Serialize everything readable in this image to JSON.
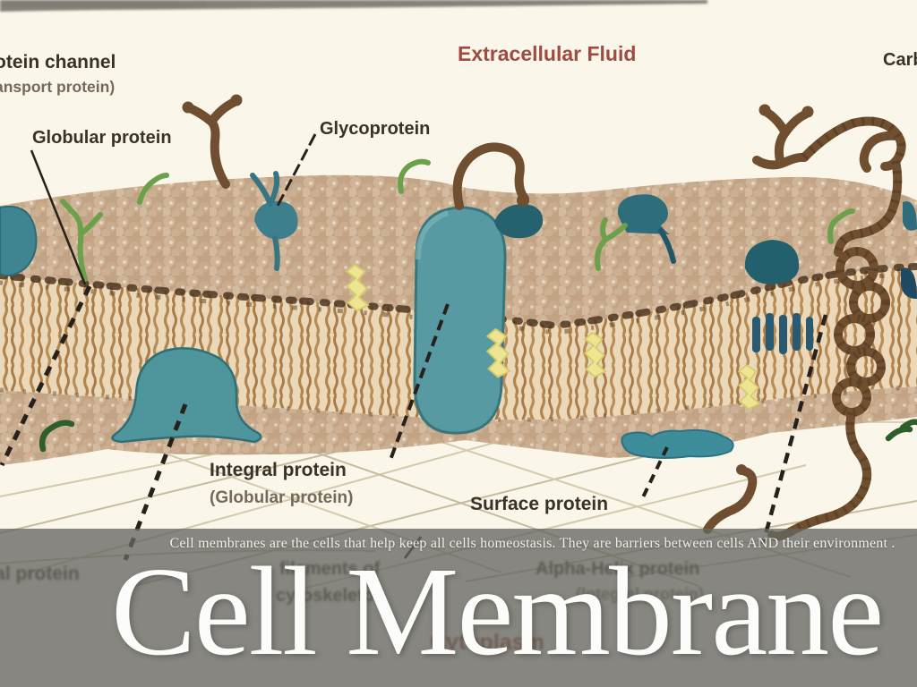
{
  "slide": {
    "title": "Cell Membrane",
    "caption": "Cell membranes are the cells that help keep all cells homeostasis. They are barriers between cells AND their environment ."
  },
  "diagram": {
    "region_labels": {
      "extracellular_fluid": "Extracellular Fluid",
      "cytoplasm": "Cytoplasm",
      "carbohydrate_partial": "Carb"
    },
    "labels": {
      "protein_channel_line1": "otein channel",
      "protein_channel_line2": "ansport protein)",
      "globular_protein": "Globular protein",
      "glycoprotein": "Glycoprotein",
      "integral_protein": "Integral protein",
      "integral_protein_sub": "(Globular protein)",
      "surface_protein": "Surface protein",
      "peripheral_protein_partial": "ral protein",
      "filaments_line1": "filaments of",
      "filaments_line2": "cytoskeleton",
      "alpha_helix_protein": "Alpha-Helix protein",
      "alpha_helix_sub": "(Integral protein)"
    },
    "colors": {
      "background": "#faf6ea",
      "membrane_head_base": "#c2a384",
      "membrane_tail_stroke": "#b2854f",
      "membrane_boundary_dark": "#452e1a",
      "protein_teal": "#579aa1",
      "protein_teal_mid": "#3e8d9b",
      "protein_teal_dark": "#26616e",
      "carbohydrate_green": "#6ba14b",
      "carbohydrate_green_dark": "#2f5e2d",
      "chain_brown": "#6f4f30",
      "cholesterol_yellow": "#eee593",
      "label_text": "#3a3128",
      "extracellular_label_color": "#9e4c41",
      "cytoplasm_label_color": "#93392c",
      "overlay_gray": "rgba(103,102,97,0.78)",
      "title_color": "#fcfcfa"
    }
  }
}
